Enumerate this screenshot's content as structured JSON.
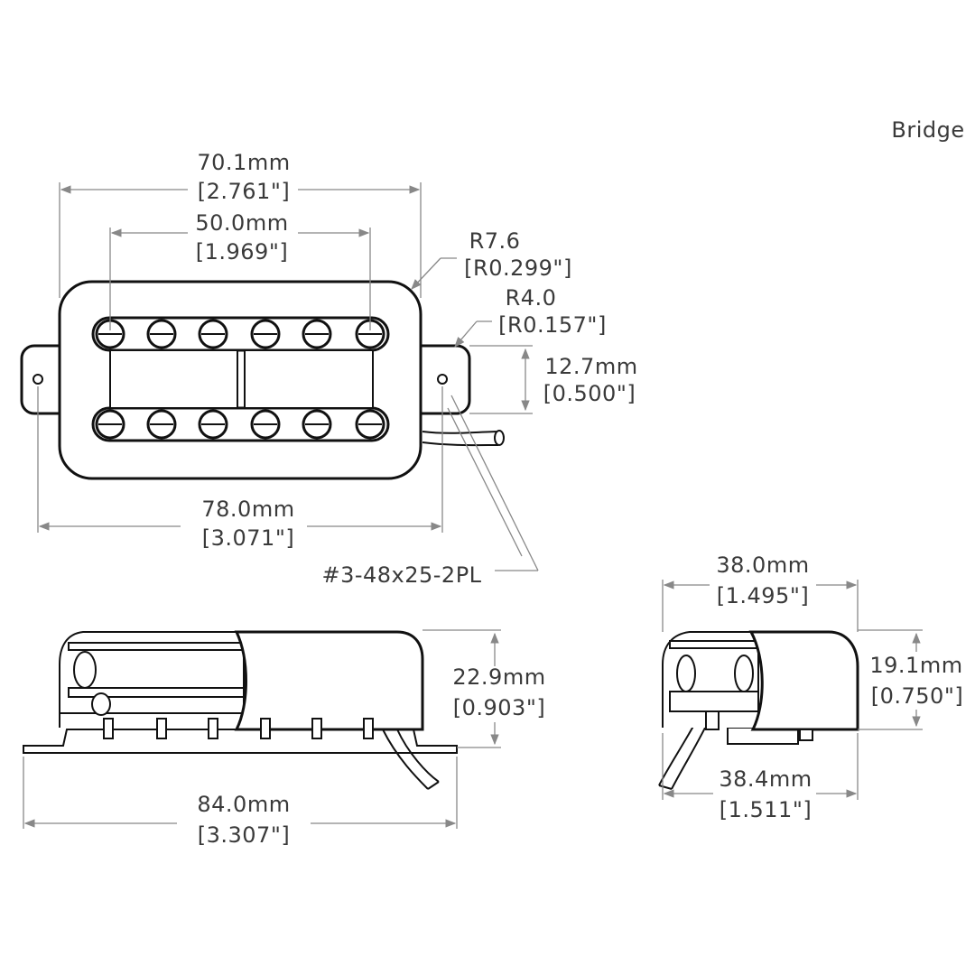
{
  "title": "Bridge",
  "top_view": {
    "cover_width": {
      "mm": "70.1mm",
      "inch": "[2.761\"]"
    },
    "pole_spacing": {
      "mm": "50.0mm",
      "inch": "[1.969\"]"
    },
    "corner_radius": {
      "mm": "R7.6",
      "inch": "[R0.299\"]"
    },
    "tab_radius": {
      "mm": "R4.0",
      "inch": "[R0.157\"]"
    },
    "tab_height": {
      "mm": "12.7mm",
      "inch": "[0.500\"]"
    },
    "mount_spacing": {
      "mm": "78.0mm",
      "inch": "[3.071\"]"
    },
    "screw_spec": "#3-48x25-2PL"
  },
  "side_view": {
    "height": {
      "mm": "22.9mm",
      "inch": "[0.903\"]"
    },
    "overall_length": {
      "mm": "84.0mm",
      "inch": "[3.307\"]"
    }
  },
  "end_view": {
    "cover_depth": {
      "mm": "38.0mm",
      "inch": "[1.495\"]"
    },
    "height": {
      "mm": "19.1mm",
      "inch": "[0.750\"]"
    },
    "base_depth": {
      "mm": "38.4mm",
      "inch": "[1.511\"]"
    }
  }
}
